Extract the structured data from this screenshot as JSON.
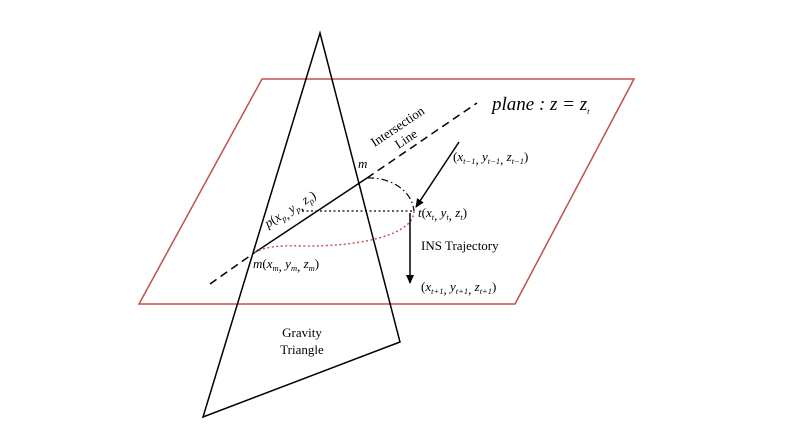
{
  "colors": {
    "plane_edge": "#c0504d",
    "arc_red": "#c0504d",
    "ink": "#000000"
  },
  "labels": {
    "plane_text": "plane : z = z",
    "plane_sub": "t",
    "intersection_line_1": "Intersection",
    "intersection_line_2": "Line",
    "point_m_top": "m",
    "gravity_1": "Gravity",
    "gravity_2": "Triangle",
    "ins_trajectory": "INS Trajectory"
  },
  "points": {
    "p": {
      "name": "p",
      "coords": [
        {
          "v": "x",
          "s": "p"
        },
        {
          "v": "y",
          "s": "p"
        },
        {
          "v": "z",
          "s": "p"
        }
      ]
    },
    "m": {
      "name": "m",
      "coords": [
        {
          "v": "x",
          "s": "m"
        },
        {
          "v": "y",
          "s": "m"
        },
        {
          "v": "z",
          "s": "m"
        }
      ]
    },
    "t": {
      "name": "t",
      "coords": [
        {
          "v": "x",
          "s": "t"
        },
        {
          "v": "y",
          "s": "t"
        },
        {
          "v": "z",
          "s": "t"
        }
      ]
    },
    "t_prev": {
      "coords": [
        {
          "v": "x",
          "s": "t−1"
        },
        {
          "v": "y",
          "s": "t−1"
        },
        {
          "v": "z",
          "s": "t−1"
        }
      ]
    },
    "t_next": {
      "coords": [
        {
          "v": "x",
          "s": "t+1"
        },
        {
          "v": "y",
          "s": "t+1"
        },
        {
          "v": "z",
          "s": "t+1"
        }
      ]
    }
  }
}
